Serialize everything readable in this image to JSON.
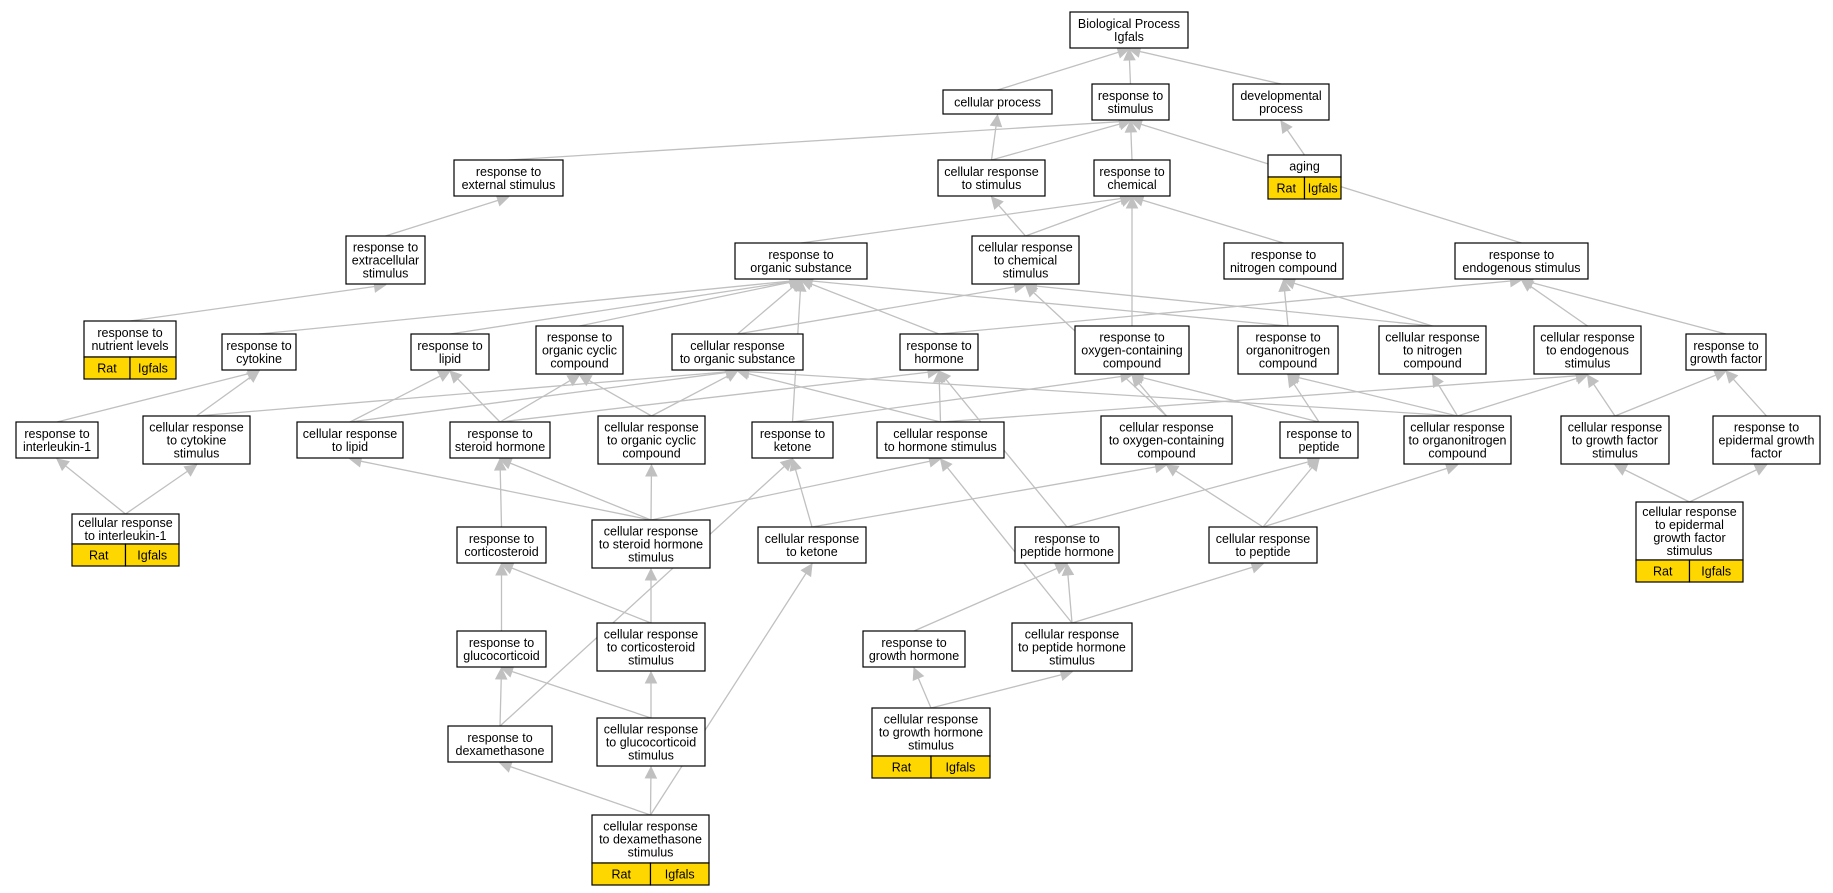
{
  "colors": {
    "annotation": "#FFD700",
    "edge": "#C0C0C0"
  },
  "nodes": [
    {
      "id": "bp",
      "lines": [
        "Biological Process",
        "Igfals"
      ]
    },
    {
      "id": "cp",
      "lines": [
        "cellular process"
      ]
    },
    {
      "id": "rs",
      "lines": [
        "response to",
        "stimulus"
      ]
    },
    {
      "id": "dp",
      "lines": [
        "developmental",
        "process"
      ]
    },
    {
      "id": "aging",
      "lines": [
        "aging"
      ],
      "tags": [
        "Rat",
        "Igfals"
      ]
    },
    {
      "id": "res",
      "lines": [
        "response to",
        "external stimulus"
      ]
    },
    {
      "id": "crs",
      "lines": [
        "cellular response",
        "to stimulus"
      ]
    },
    {
      "id": "rc",
      "lines": [
        "response to",
        "chemical"
      ]
    },
    {
      "id": "rexs",
      "lines": [
        "response to",
        "extracellular",
        "stimulus"
      ]
    },
    {
      "id": "ros",
      "lines": [
        "response to",
        "organic substance"
      ]
    },
    {
      "id": "crcs",
      "lines": [
        "cellular response",
        "to chemical",
        "stimulus"
      ]
    },
    {
      "id": "rnc",
      "lines": [
        "response to",
        "nitrogen compound"
      ]
    },
    {
      "id": "rens",
      "lines": [
        "response to",
        "endogenous stimulus"
      ]
    },
    {
      "id": "rnl",
      "lines": [
        "response to",
        "nutrient levels"
      ],
      "tags": [
        "Rat",
        "Igfals"
      ]
    },
    {
      "id": "rcyt",
      "lines": [
        "response to",
        "cytokine"
      ]
    },
    {
      "id": "rlip",
      "lines": [
        "response to",
        "lipid"
      ]
    },
    {
      "id": "rocc",
      "lines": [
        "response to",
        "organic cyclic",
        "compound"
      ]
    },
    {
      "id": "cros",
      "lines": [
        "cellular response",
        "to organic substance"
      ]
    },
    {
      "id": "rhorm",
      "lines": [
        "response to",
        "hormone"
      ]
    },
    {
      "id": "roxc",
      "lines": [
        "response to",
        "oxygen-containing",
        "compound"
      ]
    },
    {
      "id": "rorgn",
      "lines": [
        "response to",
        "organonitrogen",
        "compound"
      ]
    },
    {
      "id": "crnc",
      "lines": [
        "cellular response",
        "to nitrogen",
        "compound"
      ]
    },
    {
      "id": "crens",
      "lines": [
        "cellular response",
        "to endogenous",
        "stimulus"
      ]
    },
    {
      "id": "rgf",
      "lines": [
        "response to",
        "growth factor"
      ]
    },
    {
      "id": "ril1",
      "lines": [
        "response to",
        "interleukin-1"
      ]
    },
    {
      "id": "crcyt",
      "lines": [
        "cellular response",
        "to cytokine",
        "stimulus"
      ]
    },
    {
      "id": "crlip",
      "lines": [
        "cellular response",
        "to lipid"
      ]
    },
    {
      "id": "rsh",
      "lines": [
        "response to",
        "steroid hormone"
      ]
    },
    {
      "id": "crocc",
      "lines": [
        "cellular response",
        "to organic cyclic",
        "compound"
      ]
    },
    {
      "id": "rket",
      "lines": [
        "response to",
        "ketone"
      ]
    },
    {
      "id": "crhs",
      "lines": [
        "cellular response",
        "to hormone stimulus"
      ]
    },
    {
      "id": "croxc",
      "lines": [
        "cellular response",
        "to oxygen-containing",
        "compound"
      ]
    },
    {
      "id": "rpep",
      "lines": [
        "response to",
        "peptide"
      ]
    },
    {
      "id": "crorgn",
      "lines": [
        "cellular response",
        "to organonitrogen",
        "compound"
      ]
    },
    {
      "id": "crgfs",
      "lines": [
        "cellular response",
        "to growth factor",
        "stimulus"
      ]
    },
    {
      "id": "regf",
      "lines": [
        "response to",
        "epidermal growth",
        "factor"
      ]
    },
    {
      "id": "cril1",
      "lines": [
        "cellular response",
        "to interleukin-1"
      ],
      "tags": [
        "Rat",
        "Igfals"
      ]
    },
    {
      "id": "rcort",
      "lines": [
        "response to",
        "corticosteroid"
      ]
    },
    {
      "id": "crshs",
      "lines": [
        "cellular response",
        "to steroid hormone",
        "stimulus"
      ]
    },
    {
      "id": "crket",
      "lines": [
        "cellular response",
        "to ketone"
      ]
    },
    {
      "id": "rph",
      "lines": [
        "response to",
        "peptide hormone"
      ]
    },
    {
      "id": "crpep",
      "lines": [
        "cellular response",
        "to peptide"
      ]
    },
    {
      "id": "cregf",
      "lines": [
        "cellular response",
        "to epidermal",
        "growth factor",
        "stimulus"
      ],
      "tags": [
        "Rat",
        "Igfals"
      ]
    },
    {
      "id": "rgluc",
      "lines": [
        "response to",
        "glucocorticoid"
      ]
    },
    {
      "id": "crcort",
      "lines": [
        "cellular response",
        "to corticosteroid",
        "stimulus"
      ]
    },
    {
      "id": "rgh",
      "lines": [
        "response to",
        "growth hormone"
      ]
    },
    {
      "id": "crphs",
      "lines": [
        "cellular response",
        "to peptide hormone",
        "stimulus"
      ]
    },
    {
      "id": "rdex",
      "lines": [
        "response to",
        "dexamethasone"
      ]
    },
    {
      "id": "crgluc",
      "lines": [
        "cellular response",
        "to glucocorticoid",
        "stimulus"
      ]
    },
    {
      "id": "crghs",
      "lines": [
        "cellular response",
        "to growth hormone",
        "stimulus"
      ],
      "tags": [
        "Rat",
        "Igfals"
      ]
    },
    {
      "id": "crdex",
      "lines": [
        "cellular response",
        "to dexamethasone",
        "stimulus"
      ],
      "tags": [
        "Rat",
        "Igfals"
      ]
    }
  ],
  "edges": [
    [
      "cp",
      "bp"
    ],
    [
      "rs",
      "bp"
    ],
    [
      "dp",
      "bp"
    ],
    [
      "aging",
      "dp"
    ],
    [
      "res",
      "rs"
    ],
    [
      "crs",
      "rs"
    ],
    [
      "rc",
      "rs"
    ],
    [
      "crs",
      "cp"
    ],
    [
      "rens",
      "rs"
    ],
    [
      "rexs",
      "res"
    ],
    [
      "ros",
      "rc"
    ],
    [
      "crcs",
      "rc"
    ],
    [
      "rnc",
      "rc"
    ],
    [
      "crcs",
      "crs"
    ],
    [
      "rnl",
      "rexs"
    ],
    [
      "rcyt",
      "ros"
    ],
    [
      "rlip",
      "ros"
    ],
    [
      "rocc",
      "ros"
    ],
    [
      "cros",
      "ros"
    ],
    [
      "cros",
      "crcs"
    ],
    [
      "rhorm",
      "ros"
    ],
    [
      "rhorm",
      "rens"
    ],
    [
      "roxc",
      "rc"
    ],
    [
      "rorgn",
      "rnc"
    ],
    [
      "rorgn",
      "ros"
    ],
    [
      "crnc",
      "rnc"
    ],
    [
      "crnc",
      "crcs"
    ],
    [
      "crens",
      "rens"
    ],
    [
      "rgf",
      "rens"
    ],
    [
      "ril1",
      "rcyt"
    ],
    [
      "crcyt",
      "rcyt"
    ],
    [
      "crcyt",
      "cros"
    ],
    [
      "crlip",
      "rlip"
    ],
    [
      "crlip",
      "cros"
    ],
    [
      "rsh",
      "rlip"
    ],
    [
      "rsh",
      "rocc"
    ],
    [
      "rsh",
      "rhorm"
    ],
    [
      "crocc",
      "rocc"
    ],
    [
      "crocc",
      "cros"
    ],
    [
      "rket",
      "ros"
    ],
    [
      "rket",
      "roxc"
    ],
    [
      "crhs",
      "rhorm"
    ],
    [
      "crhs",
      "cros"
    ],
    [
      "crhs",
      "crens"
    ],
    [
      "croxc",
      "roxc"
    ],
    [
      "croxc",
      "crcs"
    ],
    [
      "rpep",
      "roxc"
    ],
    [
      "rpep",
      "rorgn"
    ],
    [
      "crorgn",
      "rorgn"
    ],
    [
      "crorgn",
      "crnc"
    ],
    [
      "crorgn",
      "cros"
    ],
    [
      "crorgn",
      "crens"
    ],
    [
      "crgfs",
      "rgf"
    ],
    [
      "crgfs",
      "crens"
    ],
    [
      "regf",
      "rgf"
    ],
    [
      "cril1",
      "ril1"
    ],
    [
      "cril1",
      "crcyt"
    ],
    [
      "rcort",
      "rsh"
    ],
    [
      "crshs",
      "rsh"
    ],
    [
      "crshs",
      "crlip"
    ],
    [
      "crshs",
      "crocc"
    ],
    [
      "crshs",
      "crhs"
    ],
    [
      "crket",
      "rket"
    ],
    [
      "crket",
      "croxc"
    ],
    [
      "rph",
      "rpep"
    ],
    [
      "rph",
      "rhorm"
    ],
    [
      "crpep",
      "rpep"
    ],
    [
      "crpep",
      "croxc"
    ],
    [
      "crpep",
      "crorgn"
    ],
    [
      "cregf",
      "regf"
    ],
    [
      "cregf",
      "crgfs"
    ],
    [
      "rgluc",
      "rcort"
    ],
    [
      "crcort",
      "rcort"
    ],
    [
      "crcort",
      "crshs"
    ],
    [
      "rgh",
      "rph"
    ],
    [
      "crphs",
      "rph"
    ],
    [
      "crphs",
      "crhs"
    ],
    [
      "crphs",
      "crpep"
    ],
    [
      "rdex",
      "rgluc"
    ],
    [
      "rdex",
      "rket"
    ],
    [
      "crgluc",
      "rgluc"
    ],
    [
      "crgluc",
      "crcort"
    ],
    [
      "crghs",
      "rgh"
    ],
    [
      "crghs",
      "crphs"
    ],
    [
      "crdex",
      "rdex"
    ],
    [
      "crdex",
      "crgluc"
    ],
    [
      "crdex",
      "crket"
    ]
  ]
}
